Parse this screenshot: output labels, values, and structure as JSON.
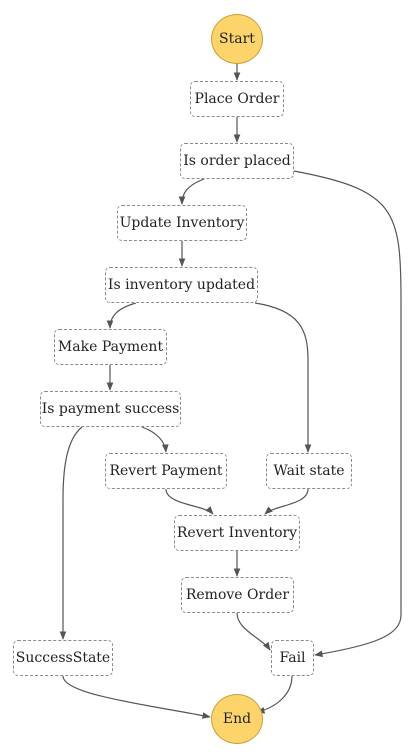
{
  "nodes": {
    "start": "Start",
    "place_order": "Place Order",
    "is_order_placed": "Is order placed",
    "update_inventory": "Update Inventory",
    "is_inventory_updated": "Is inventory updated",
    "make_payment": "Make Payment",
    "is_payment_success": "Is payment success",
    "revert_payment": "Revert Payment",
    "wait_state": "Wait state",
    "revert_inventory": "Revert Inventory",
    "remove_order": "Remove Order",
    "success_state": "SuccessState",
    "fail": "Fail",
    "end": "End"
  },
  "edges": [
    [
      "start",
      "place_order"
    ],
    [
      "place_order",
      "is_order_placed"
    ],
    [
      "is_order_placed",
      "update_inventory"
    ],
    [
      "is_order_placed",
      "fail"
    ],
    [
      "update_inventory",
      "is_inventory_updated"
    ],
    [
      "is_inventory_updated",
      "make_payment"
    ],
    [
      "is_inventory_updated",
      "wait_state"
    ],
    [
      "make_payment",
      "is_payment_success"
    ],
    [
      "is_payment_success",
      "success_state"
    ],
    [
      "is_payment_success",
      "revert_payment"
    ],
    [
      "revert_payment",
      "revert_inventory"
    ],
    [
      "wait_state",
      "revert_inventory"
    ],
    [
      "revert_inventory",
      "remove_order"
    ],
    [
      "remove_order",
      "fail"
    ],
    [
      "success_state",
      "end"
    ],
    [
      "fail",
      "end"
    ]
  ],
  "colors": {
    "terminal_fill": "#fcd46a",
    "node_border": "#8a8a8a",
    "edge": "#555555"
  }
}
